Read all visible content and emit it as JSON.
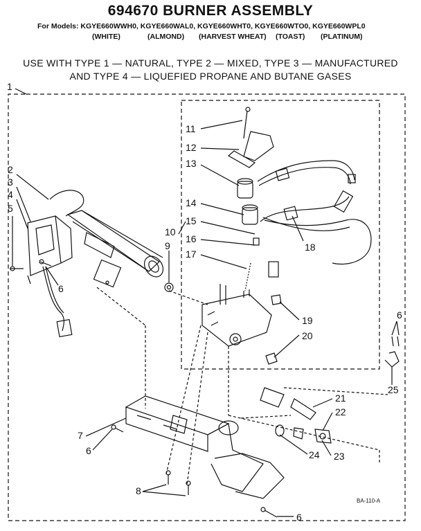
{
  "title": "694670 BURNER ASSEMBLY",
  "models_line": "For Models:  KGYE660WWH0, KGYE660WAL0, KGYE660WHT0, KGYE660WTO0, KGYE660WPL0",
  "colors": [
    "(WHITE)",
    "(ALMOND)",
    "(HARVEST WHEAT)",
    "(TOAST)",
    "(PLATINUM)"
  ],
  "usage_note": [
    "USE WITH TYPE 1 — NATURAL, TYPE 2 — MIXED, TYPE 3 — MANUFACTURED",
    "AND TYPE 4 — LIQUEFIED PROPANE AND BUTANE GASES"
  ],
  "callouts": {
    "c1": "1",
    "c2": "2",
    "c3": "3",
    "c4": "4",
    "c5": "5",
    "c6a": "6",
    "c6b": "6",
    "c6c": "6",
    "c6d": "6",
    "c7": "7",
    "c8": "8",
    "c9": "9",
    "c10": "10",
    "c11": "11",
    "c12": "12",
    "c13": "13",
    "c14": "14",
    "c15": "15",
    "c16": "16",
    "c17": "17",
    "c18": "18",
    "c19": "19",
    "c20": "20",
    "c21": "21",
    "c22": "22",
    "c23": "23",
    "c24": "24",
    "c25": "25"
  },
  "drawing_code": "BA-110-A"
}
